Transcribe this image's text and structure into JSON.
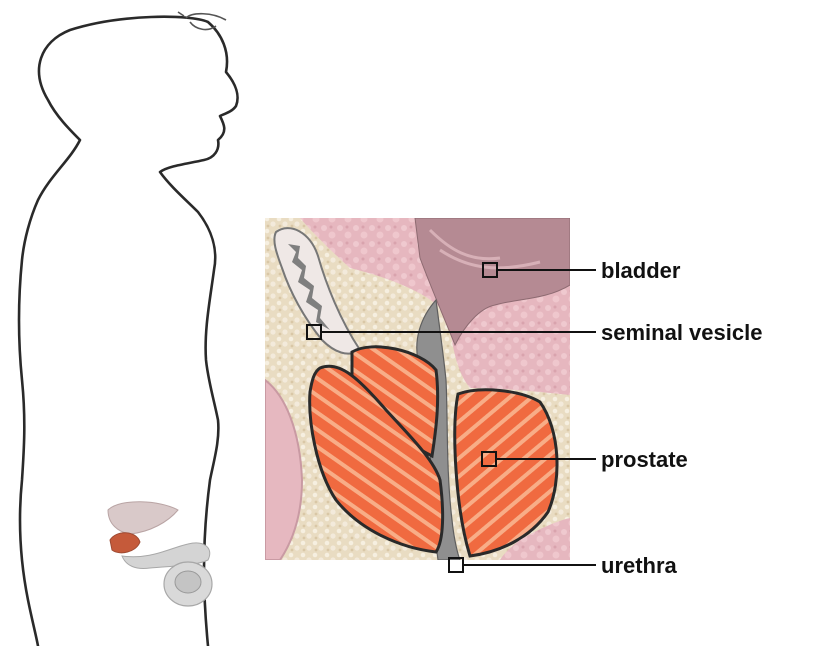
{
  "labels": {
    "bladder": "bladder",
    "seminal_vesicle": "seminal vesicle",
    "prostate": "prostate",
    "urethra": "urethra"
  },
  "colors": {
    "outline": "#222222",
    "prostate_fill": "#f0663c",
    "prostate_stripe": "#f9b08c",
    "tissue_pink": "#e8b9bf",
    "fat_tan": "#e8d9bd",
    "urethra_gray": "#8f8f8f",
    "vesicle_gray": "#7a7a7a"
  }
}
